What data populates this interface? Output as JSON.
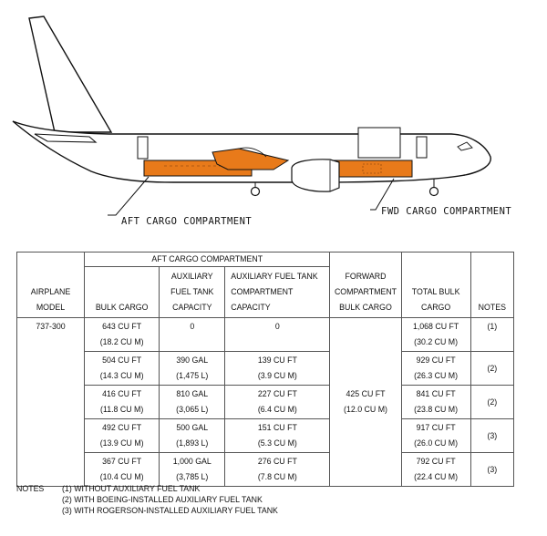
{
  "callouts": {
    "aft": "AFT CARGO COMPARTMENT",
    "fwd": "FWD CARGO COMPARTMENT"
  },
  "colors": {
    "cargo_fill": "#e87a1a",
    "line": "#111111"
  },
  "table": {
    "aft_group_header": "AFT CARGO COMPARTMENT",
    "headers": {
      "model": [
        "AIRPLANE",
        "MODEL"
      ],
      "bulk": "BULK CARGO",
      "aux_tank": [
        "AUXILIARY",
        "FUEL TANK",
        "CAPACITY"
      ],
      "aux_comp": [
        "AUXILIARY FUEL TANK",
        "COMPARTMENT",
        "CAPACITY"
      ],
      "fwd": [
        "FORWARD",
        "COMPARTMENT",
        "BULK CARGO"
      ],
      "total": [
        "TOTAL BULK",
        "CARGO"
      ],
      "notes": "NOTES"
    },
    "model": "737-300",
    "forward_bulk": [
      "425 CU FT",
      "(12.0 CU M)"
    ],
    "rows": [
      {
        "bulk": [
          "643 CU FT",
          "(18.2 CU M)"
        ],
        "aux_tank": [
          "0"
        ],
        "aux_comp": [
          "0"
        ],
        "total": [
          "1,068 CU FT",
          "(30.2 CU M)"
        ],
        "note": "(1)"
      },
      {
        "bulk": [
          "504 CU FT",
          "(14.3 CU M)"
        ],
        "aux_tank": [
          "390 GAL",
          "(1,475 L)"
        ],
        "aux_comp": [
          "139 CU FT",
          "(3.9 CU M)"
        ],
        "total": [
          "929 CU FT",
          "(26.3 CU M)"
        ],
        "note": "(2)"
      },
      {
        "bulk": [
          "416 CU FT",
          "(11.8 CU M)"
        ],
        "aux_tank": [
          "810 GAL",
          "(3,065 L)"
        ],
        "aux_comp": [
          "227 CU FT",
          "(6.4 CU M)"
        ],
        "total": [
          "841 CU FT",
          "(23.8 CU M)"
        ],
        "note": "(2)"
      },
      {
        "bulk": [
          "492 CU FT",
          "(13.9 CU M)"
        ],
        "aux_tank": [
          "500 GAL",
          "(1,893 L)"
        ],
        "aux_comp": [
          "151 CU FT",
          "(5.3 CU M)"
        ],
        "total": [
          "917 CU FT",
          "(26.0 CU M)"
        ],
        "note": "(3)"
      },
      {
        "bulk": [
          "367 CU FT",
          "(10.4 CU M)"
        ],
        "aux_tank": [
          "1,000 GAL",
          "(3,785 L)"
        ],
        "aux_comp": [
          "276 CU FT",
          "(7.8 CU M)"
        ],
        "total": [
          "792 CU FT",
          "(22.4 CU M)"
        ],
        "note": "(3)"
      }
    ]
  },
  "notes": {
    "label": "NOTES",
    "items": [
      "(1) WITHOUT AUXILIARY FUEL TANK",
      "(2) WITH BOEING-INSTALLED AUXILIARY FUEL TANK",
      "(3) WITH ROGERSON-INSTALLED AUXILIARY FUEL TANK"
    ]
  }
}
